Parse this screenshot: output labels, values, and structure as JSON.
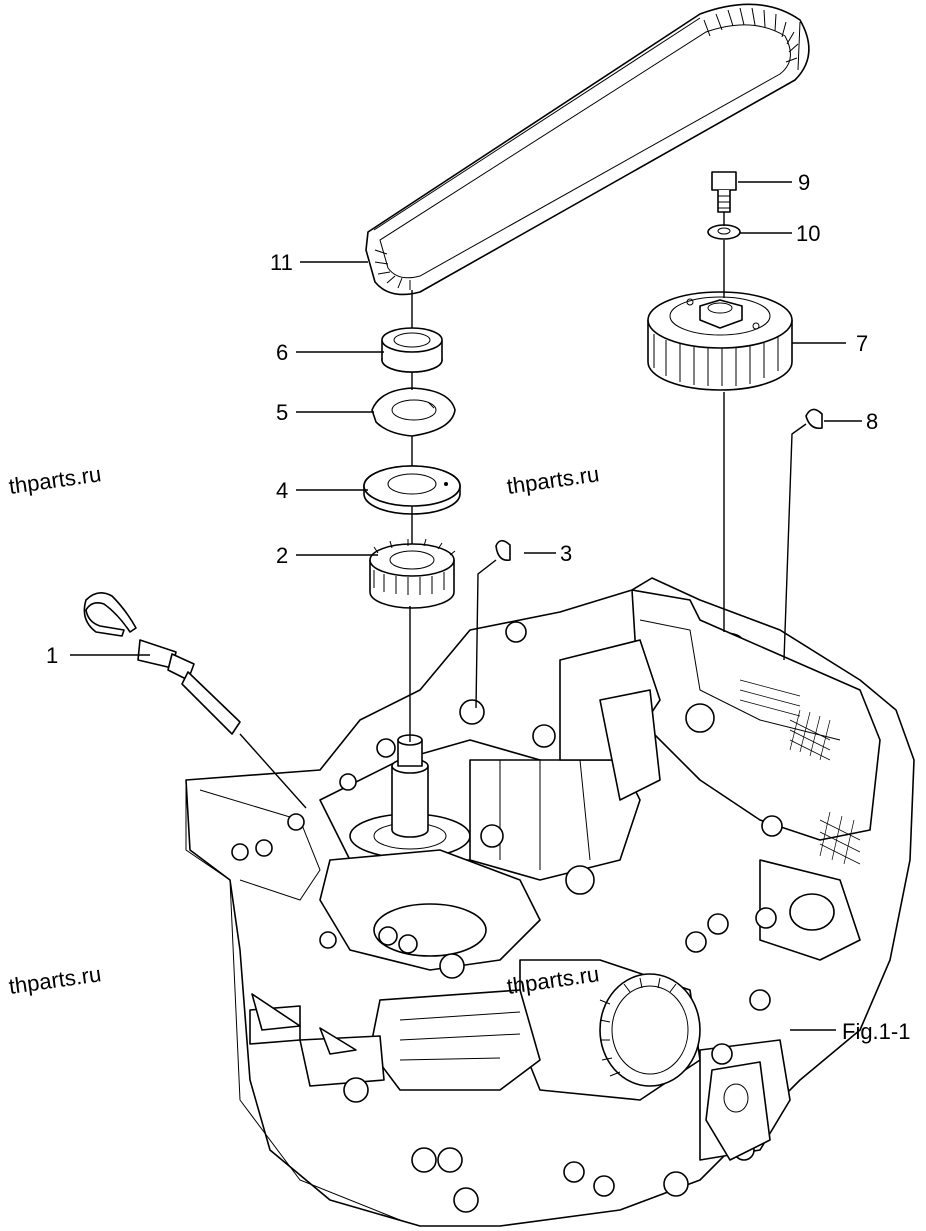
{
  "watermarks": [
    "thparts.ru",
    "thparts.ru",
    "thparts.ru",
    "thparts.ru"
  ],
  "figure_label": "Fig.1-1",
  "callouts": [
    "1",
    "2",
    "3",
    "4",
    "5",
    "6",
    "7",
    "8",
    "9",
    "10",
    "11"
  ]
}
